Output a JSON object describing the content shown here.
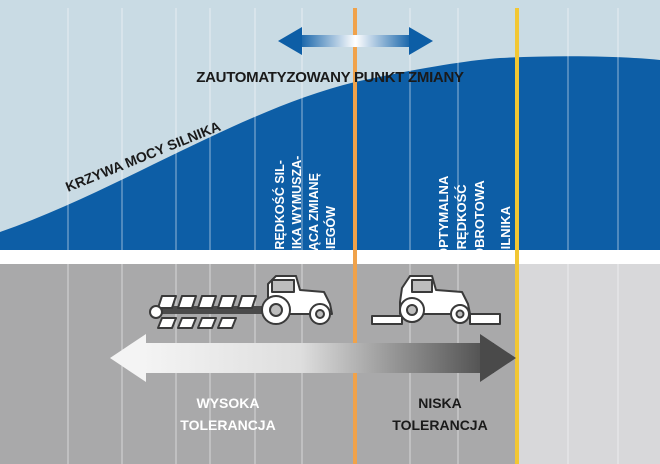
{
  "diagram": {
    "top_title": "ZAUTOMATYZOWANY PUNKT ZMIANY",
    "engine_curve_label": "KRZYWA MOCY SILNIKA",
    "gear_change_speed_label": [
      "PRĘDKOŚĆ SIL-",
      "NIKA WYMUSZA-",
      "JĄCA ZMIANĘ",
      "BIEGÓW"
    ],
    "optimal_speed_label": [
      "OPTYMALNA",
      "PRĘDKOŚĆ",
      "OBROTOWA",
      "SILNIKA"
    ],
    "high_tolerance_label": [
      "WYSOKA",
      "TOLERANCJA"
    ],
    "low_tolerance_label": [
      "NISKA",
      "TOLERANCJA"
    ]
  },
  "icons": {
    "top_arrow": "double-headed-arrow-icon",
    "tractor_plough": "tractor-with-plough-icon",
    "tractor_mower": "tractor-with-mower-icon",
    "tolerance_arrow": "gradient-double-arrow-icon"
  },
  "colors": {
    "top_background": "#c9dbe4",
    "curve_fill": "#0d5ea6",
    "bottom_background": "#a9a9aa",
    "bottom_right_background": "#d8d8da",
    "gear_change_line": "#f0a24a",
    "optimal_line": "#f2c733",
    "light_text": "#ffffff",
    "dark_text": "#1a1a1a"
  }
}
